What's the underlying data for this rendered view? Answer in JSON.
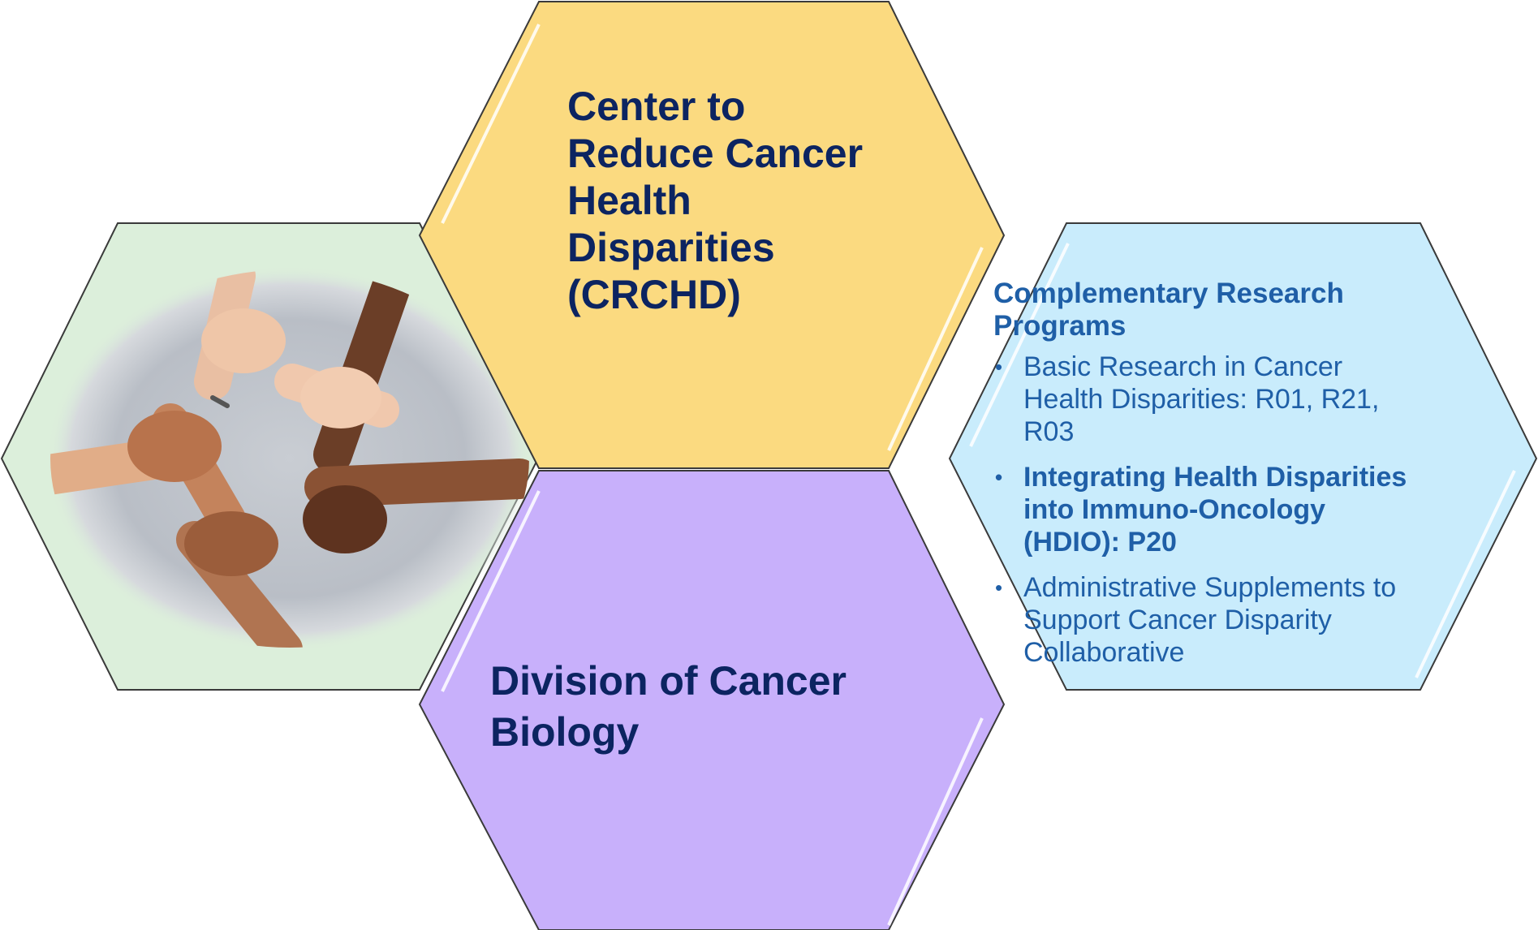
{
  "colors": {
    "image_hex_fill": "#dcefdb",
    "crchd_hex_fill": "#fbda80",
    "dcb_hex_fill": "#c8b0fb",
    "crp_hex_fill": "#c9ecfc",
    "title_text": "#0c2461",
    "program_text": "#1f5fa7",
    "hex_border": "#3a3a3a"
  },
  "image": {
    "icon": "joined-hands-photo"
  },
  "crchd": {
    "title_lines": [
      "Center to",
      "Reduce Cancer",
      "Health",
      "Disparities",
      "(CRCHD)"
    ]
  },
  "dcb": {
    "title_lines": [
      "Division of Cancer",
      "Biology"
    ]
  },
  "programs": {
    "heading_lines": [
      "Complementary Research",
      "Programs"
    ],
    "bullet_glyph": "•",
    "items": [
      {
        "text": "Basic Research in Cancer Health Disparities: R01, R21, R03",
        "bold": false
      },
      {
        "text": "Integrating Health Disparities into Immuno-Oncology (HDIO): P20",
        "bold": true
      },
      {
        "text": "Administrative Supplements to Support Cancer Disparity Collaborative",
        "bold": false
      }
    ]
  }
}
